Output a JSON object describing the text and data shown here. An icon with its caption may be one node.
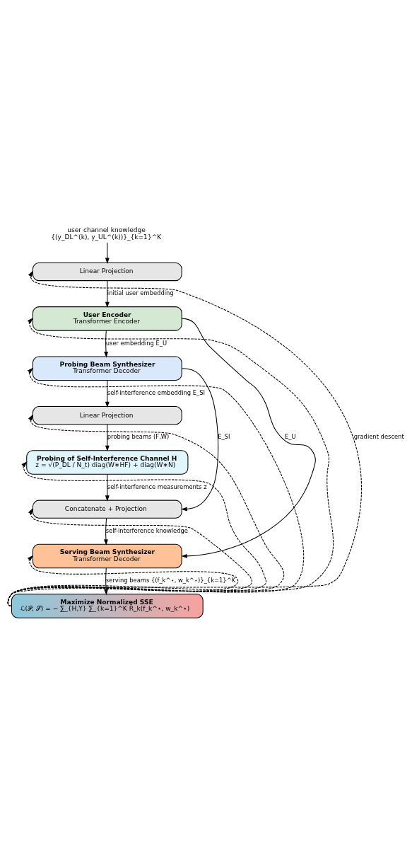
{
  "diagram": {
    "nodes": [
      {
        "text": [
          "user channel knowledge",
          "{(y_DL^(k), y_UL^(k))}_{k=1}^K"
        ]
      },
      {
        "text": [
          "Linear Projection"
        ]
      },
      {
        "text": [
          "User Encoder",
          "Transformer Encoder"
        ]
      },
      {
        "text": [
          "Probing Beam Synthesizer",
          "Transformer Decoder"
        ]
      },
      {
        "text": [
          "Linear Projection"
        ]
      },
      {
        "text": [
          "Probing of Self-Interference Channel H",
          "z = √(P_DL / N_t) diag(W∗HF) + diag(W∗N)"
        ]
      },
      {
        "text": [
          "Concatenate + Projection"
        ]
      },
      {
        "text": [
          "Serving Beam Synthesizer",
          "Transformer Decoder"
        ]
      },
      {
        "text": [
          "Maximize Normalized SSE",
          "ℒ(𝒫, 𝒮) = − ∑_{H,Y} ∑_{k=1}^K R̄_k(f_k^⋆, w_k^⋆)"
        ]
      }
    ],
    "edges": [
      {
        "from": 0,
        "to": 1,
        "arrow": "to"
      },
      {
        "from": 1,
        "to": 2,
        "arrow": "to",
        "label": "initial user embedding"
      },
      {
        "from": 2,
        "to": 3,
        "arrow": "to",
        "label": "user embedding E_U"
      },
      {
        "from": 2,
        "to": 7,
        "arrow": "to",
        "label": "E_U"
      },
      {
        "from": 3,
        "to": 4,
        "arrow": "to",
        "label": "self-interference embedding E_SI"
      },
      {
        "from": 3,
        "to": 6,
        "arrow": "to",
        "label": "E_SI"
      },
      {
        "from": 4,
        "to": 5,
        "arrow": "to",
        "label": "probing beams (F,W)"
      },
      {
        "from": 5,
        "to": 6,
        "arrow": "to",
        "label": "self-interference measurements z"
      },
      {
        "from": 6,
        "to": 7,
        "arrow": "to",
        "label": "self-interference knowledge"
      },
      {
        "from": 7,
        "to": 8,
        "arrow": "to",
        "label": "serving beams {(f_k^⋆, w_k^⋆)}_{k=1}^K"
      },
      {
        "from": 8,
        "to": 1,
        "arrow": "to",
        "style": "dashed",
        "label": "gradient descent"
      },
      {
        "from": 8,
        "to": 2,
        "arrow": "to",
        "style": "dashed"
      },
      {
        "from": 8,
        "to": 3,
        "arrow": "to",
        "style": "dashed"
      },
      {
        "from": 8,
        "to": 4,
        "arrow": "to",
        "style": "dashed"
      },
      {
        "from": 8,
        "to": 5,
        "arrow": "to",
        "style": "dashed"
      },
      {
        "from": 8,
        "to": 6,
        "arrow": "to",
        "style": "dashed"
      },
      {
        "from": 8,
        "to": 7,
        "arrow": "to",
        "style": "dashed"
      }
    ]
  }
}
